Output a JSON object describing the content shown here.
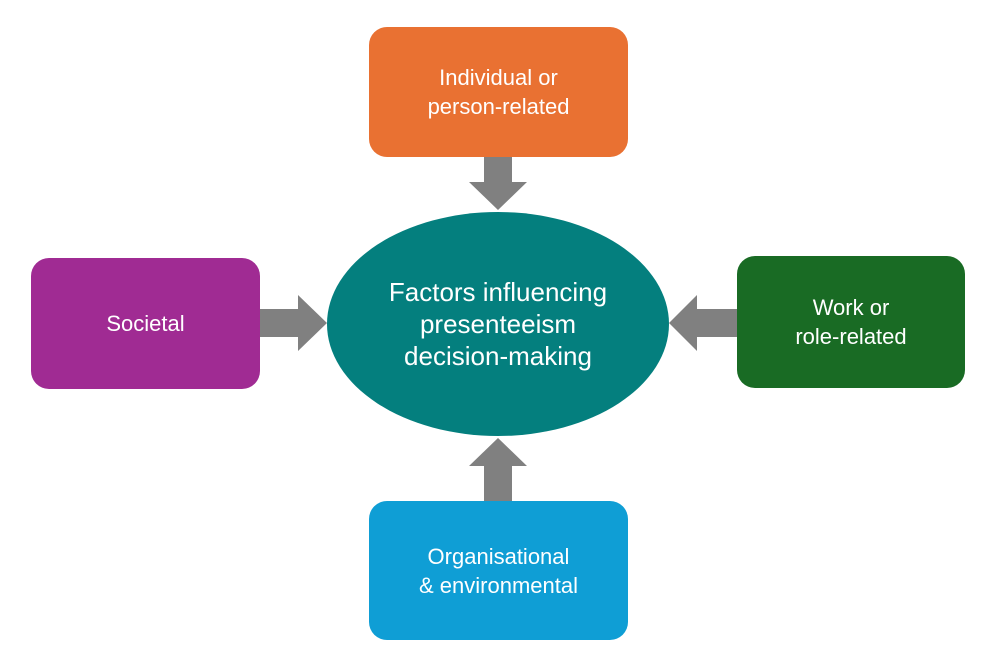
{
  "center": {
    "label": "Factors influencing\npresenteeism\ndecision-making",
    "color": "#047f7e"
  },
  "factors": {
    "top": {
      "label": "Individual or\nperson-related",
      "color": "#e97132"
    },
    "left": {
      "label": "Societal",
      "color": "#a02b93"
    },
    "right": {
      "label": "Work or\nrole-related",
      "color": "#196b24"
    },
    "bottom": {
      "label": "Organisational\n& environmental",
      "color": "#0f9ed5"
    }
  },
  "arrow_color": "#808080"
}
